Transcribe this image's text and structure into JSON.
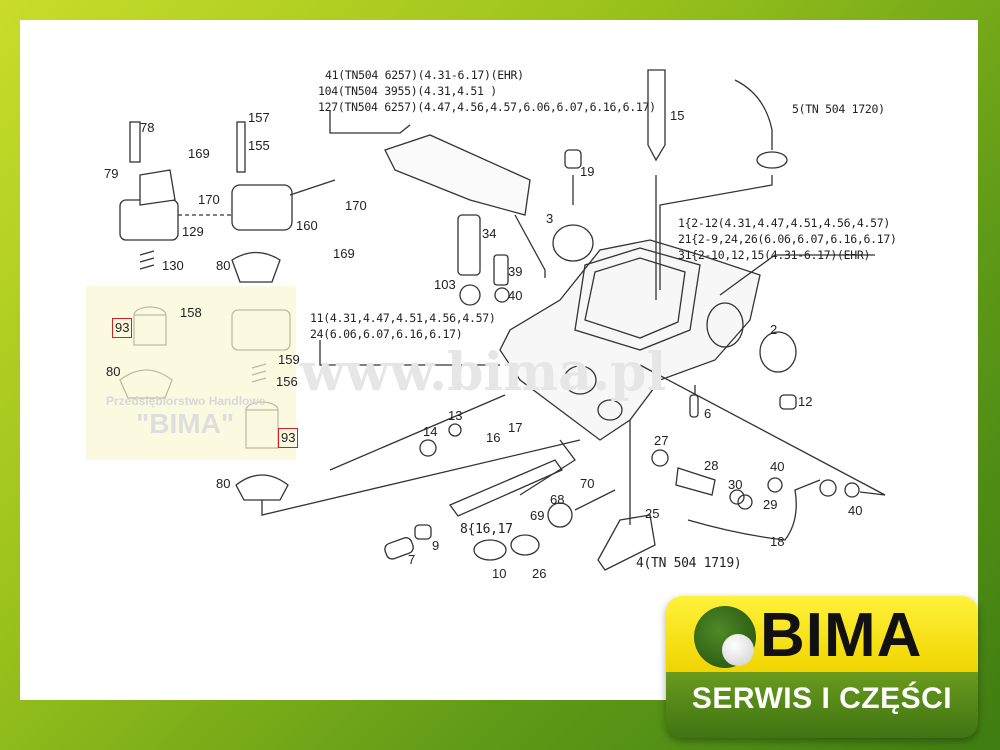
{
  "watermark": {
    "company_line": "Przedsiębiorstwo Handlowe",
    "company_name": "\"BIMA\"",
    "url": "www.bima.pl"
  },
  "logo": {
    "name": "BIMA",
    "tagline": "SERWIS I CZĘŚCI"
  },
  "notes": {
    "n41": "41(TN504 6257)(4.31-6.17)(EHR)",
    "n104": "104(TN504 3955)(4.31,4.51 )",
    "n127": "127(TN504 6257)(4.47,4.56,4.57,6.06,6.07,6.16,6.17)",
    "n5": "5(TN 504 1720)",
    "n1": "1{2-12(4.31,4.47,4.51,4.56,4.57)",
    "n21": "21{2-9,24,26(6.06,6.07,6.16,6.17)",
    "n31": "31{2-10,12,15(4.31-6.17)(EHR)",
    "n11": "11(4.31,4.47,4.51,4.56,4.57)",
    "n24": "24(6.06,6.07,6.16,6.17)",
    "n4": "4(TN 504 1719)",
    "n8": "8{16,17"
  },
  "callouts": [
    "78",
    "79",
    "157",
    "155",
    "169",
    "170",
    "129",
    "160",
    "170",
    "169",
    "130",
    "80",
    "93",
    "158",
    "80",
    "159",
    "156",
    "93",
    "80",
    "15",
    "19",
    "3",
    "34",
    "39",
    "103",
    "40",
    "2",
    "12",
    "6",
    "13",
    "14",
    "16",
    "17",
    "27",
    "28",
    "30",
    "40",
    "29",
    "40",
    "25",
    "18",
    "70",
    "68",
    "69",
    "9",
    "7",
    "10",
    "26"
  ],
  "colors": {
    "highlight": "#d42020",
    "logo_yellow": "#f5e020",
    "logo_green": "#4f8a1a"
  }
}
